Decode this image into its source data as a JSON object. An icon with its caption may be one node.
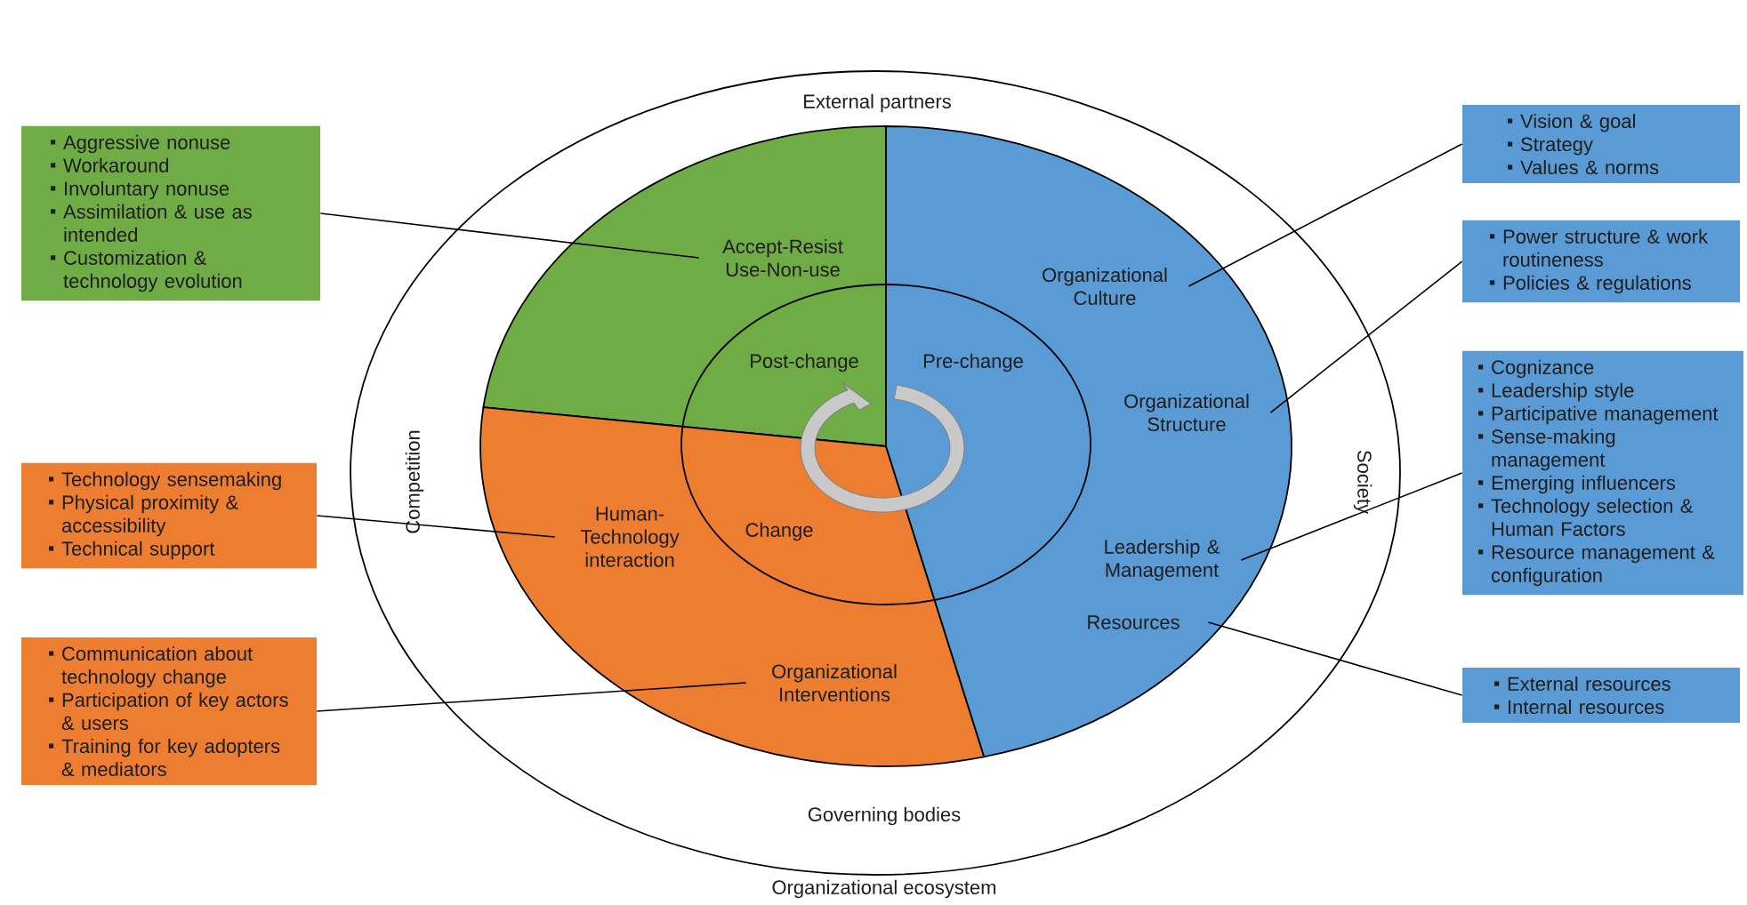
{
  "diagram": {
    "nodes": [
      {
        "text": [
          "Aggressive nonuse",
          "Workaround",
          "Involuntary nonuse",
          "Assimilation & use as intended",
          "Customization & technology evolution"
        ]
      },
      {
        "text": [
          "Technology sensemaking",
          "Physical proximity & accessibility",
          "Technical support"
        ]
      },
      {
        "text": [
          "Communication about technology change",
          "Participation of key actors & users",
          "Training for key adopters & mediators"
        ]
      },
      {
        "text": [
          "Accept-Resist Use-Non-use"
        ]
      },
      {
        "text": [
          "Human- Technology interaction"
        ]
      },
      {
        "text": [
          "Organizational Interventions"
        ]
      },
      {
        "text": [
          "Organizational Culture"
        ]
      },
      {
        "text": [
          "Organizational Structure"
        ]
      },
      {
        "text": [
          "Leadership & Management"
        ]
      },
      {
        "text": [
          "Resources"
        ]
      },
      {
        "text": [
          "Vision & goal",
          "Strategy",
          "Values & norms"
        ]
      },
      {
        "text": [
          "Power structure & work routineness",
          "Policies & regulations"
        ]
      },
      {
        "text": [
          "Cognizance",
          "Leadership style",
          "Participative management",
          "Sense-making management",
          "Emerging influencers",
          "Technology selection & Human Factors",
          "Resource management & configuration"
        ]
      },
      {
        "text": [
          "External resources",
          "Internal resources"
        ]
      }
    ],
    "edges": [
      {
        "from": 0,
        "to": 3,
        "arrow": "none"
      },
      {
        "from": 1,
        "to": 4,
        "arrow": "none"
      },
      {
        "from": 2,
        "to": 5,
        "arrow": "none"
      },
      {
        "from": 10,
        "to": 6,
        "arrow": "none"
      },
      {
        "from": 11,
        "to": 7,
        "arrow": "none"
      },
      {
        "from": 12,
        "to": 8,
        "arrow": "none"
      },
      {
        "from": 13,
        "to": 9,
        "arrow": "none"
      }
    ],
    "labels": [
      "External partners",
      "Post-change",
      "Pre-change",
      "Competition",
      "Society",
      "Change",
      "Governing bodies",
      "Organizational ecosystem"
    ]
  }
}
